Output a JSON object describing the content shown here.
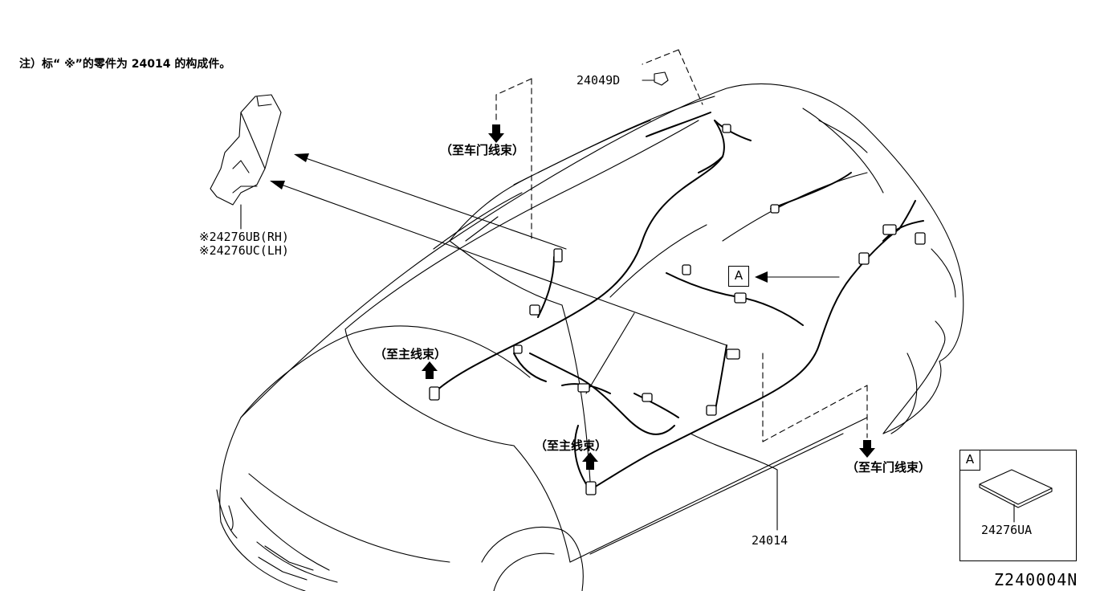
{
  "note": "注）标“ ※”的零件为 24014 的构成件。",
  "callouts": {
    "to_door_1": "（至车门线束）",
    "to_door_2": "（至车门线束）",
    "to_main_1": "（至主线束）",
    "to_main_2": "（至主线束）"
  },
  "parts": {
    "clip": "24049D",
    "harness": "24014",
    "protector_rh": "※24276UB(RH)",
    "protector_lh": "※24276UC(LH)",
    "detail_part": "24276UA"
  },
  "view_marker": "A",
  "diagram_code": "Z240004N"
}
